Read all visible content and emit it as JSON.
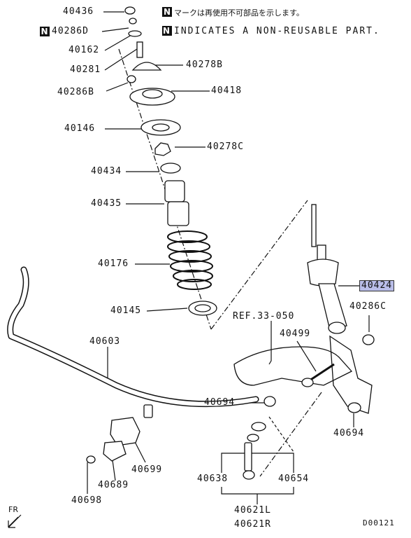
{
  "legend": {
    "symbol": "N",
    "japanese": "マークは再使用不可部品を示します。",
    "english": "INDICATES A NON-REUSABLE PART."
  },
  "parts": {
    "p40436": "40436",
    "p40286D": "40286D",
    "p40162": "40162",
    "p40281": "40281",
    "p40278B": "40278B",
    "p40286B": "40286B",
    "p40418": "40418",
    "p40146": "40146",
    "p40278C": "40278C",
    "p40434": "40434",
    "p40435": "40435",
    "p40176": "40176",
    "p40145": "40145",
    "p40424": "40424",
    "p40286C": "40286C",
    "ref": "REF.33-050",
    "p40499": "40499",
    "p40603": "40603",
    "p40694a": "40694",
    "p40694b": "40694",
    "p40699": "40699",
    "p40689": "40689",
    "p40698": "40698",
    "p40638": "40638",
    "p40654": "40654",
    "p40621L": "40621L",
    "p40621R": "40621R"
  },
  "footer": {
    "front": "FR",
    "diagram_code": "D00121"
  },
  "colors": {
    "highlight": "#b9bde8",
    "line": "#111111"
  }
}
